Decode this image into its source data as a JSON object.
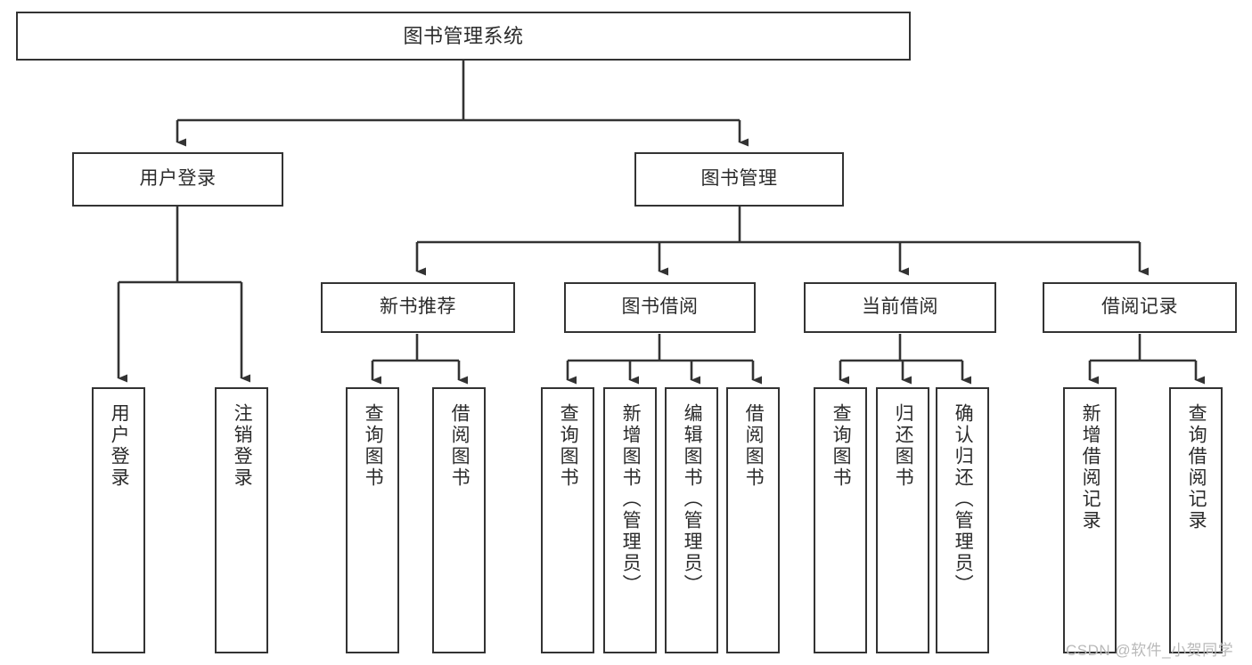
{
  "diagram": {
    "title": "图书管理系统",
    "type": "tree-hierarchy-diagram",
    "root": {
      "label": "图书管理系统"
    },
    "level2": [
      {
        "label": "用户登录"
      },
      {
        "label": "图书管理"
      }
    ],
    "level3": [
      {
        "label": "新书推荐"
      },
      {
        "label": "图书借阅"
      },
      {
        "label": "当前借阅"
      },
      {
        "label": "借阅记录"
      }
    ],
    "leaves": {
      "user_login": [
        {
          "label": "用户登录"
        },
        {
          "label": "注销登录"
        }
      ],
      "new_book_recommend": [
        {
          "label": "查询图书"
        },
        {
          "label": "借阅图书"
        }
      ],
      "book_borrow": [
        {
          "label": "查询图书"
        },
        {
          "label": "新增图书（管理员）"
        },
        {
          "label": "编辑图书（管理员）"
        },
        {
          "label": "借阅图书"
        }
      ],
      "current_borrow": [
        {
          "label": "查询图书"
        },
        {
          "label": "归还图书"
        },
        {
          "label": "确认归还（管理员）"
        }
      ],
      "borrow_record": [
        {
          "label": "新增借阅记录"
        },
        {
          "label": "查询借阅记录"
        }
      ]
    }
  },
  "watermark": {
    "text": "CSDN @软件_小贺同学"
  },
  "colors": {
    "stroke": "#333333",
    "text": "#2b2b2b",
    "background": "#ffffff",
    "watermark": "#b9b9b9"
  }
}
